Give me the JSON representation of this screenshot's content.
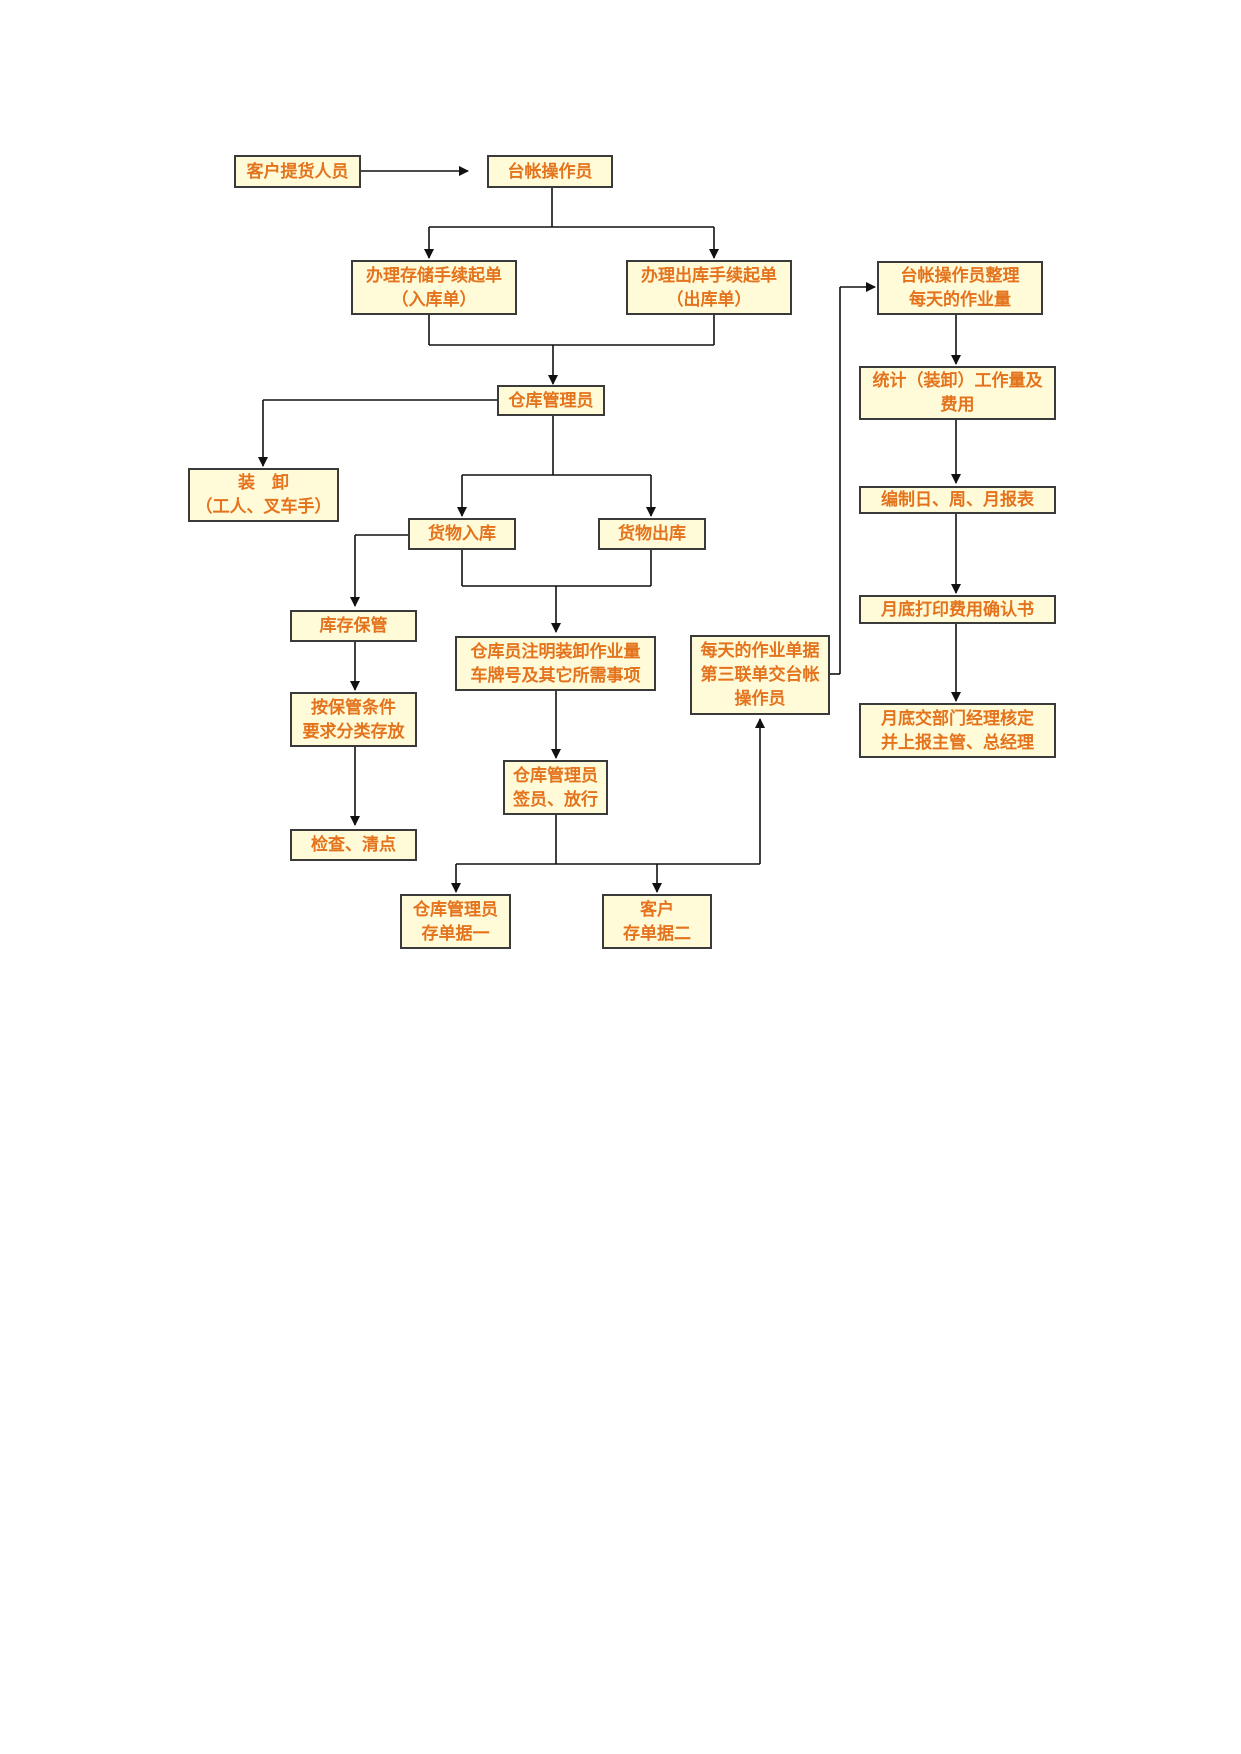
{
  "nodes": {
    "customer_pickup": {
      "lines": [
        "客户提货人员"
      ]
    },
    "ledger_operator": {
      "lines": [
        "台帐操作员"
      ]
    },
    "storage_form": {
      "lines": [
        "办理存储手续起单",
        "（入库单）"
      ]
    },
    "outbound_form": {
      "lines": [
        "办理出库手续起单",
        "（出库单）"
      ]
    },
    "warehouse_manager": {
      "lines": [
        "仓库管理员"
      ]
    },
    "loading": {
      "lines": [
        "装　卸",
        "（工人、叉车手）"
      ]
    },
    "goods_in": {
      "lines": [
        "货物入库"
      ]
    },
    "goods_out": {
      "lines": [
        "货物出库"
      ]
    },
    "inventory_keeping": {
      "lines": [
        "库存保管"
      ]
    },
    "classify_storage": {
      "lines": [
        "按保管条件",
        "要求分类存放"
      ]
    },
    "inspect_count": {
      "lines": [
        "检查、清点"
      ]
    },
    "keeper_notes": {
      "lines": [
        "仓库员注明装卸作业量",
        "车牌号及其它所需事项"
      ]
    },
    "manager_sign": {
      "lines": [
        "仓库管理员",
        "签员、放行"
      ]
    },
    "manager_copy1": {
      "lines": [
        "仓库管理员",
        "存单据一"
      ]
    },
    "customer_copy2": {
      "lines": [
        "客户",
        "存单据二"
      ]
    },
    "daily_third_copy": {
      "lines": [
        "每天的作业单据",
        "第三联单交台帐",
        "操作员"
      ]
    },
    "ledger_daily": {
      "lines": [
        "台帐操作员整理",
        "每天的作业量"
      ]
    },
    "stat_fees": {
      "lines": [
        "统计（装卸）工作量及",
        "费用"
      ]
    },
    "reports": {
      "lines": [
        "编制日、周、月报表"
      ]
    },
    "print_confirm": {
      "lines": [
        "月底打印费用确认书"
      ]
    },
    "monthly_approve": {
      "lines": [
        "月底交部门经理核定",
        "并上报主管、总经理"
      ]
    }
  }
}
